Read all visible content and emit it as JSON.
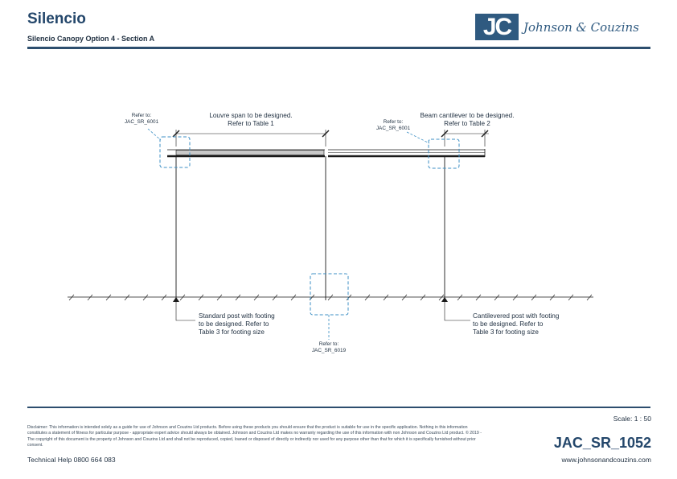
{
  "header": {
    "title": "Silencio",
    "subtitle": "Silencio Canopy Option 4 - Section A",
    "logo_mark": "JC",
    "logo_name": "Johnson & Couzins"
  },
  "drawing": {
    "refs": [
      {
        "label": "Refer to:",
        "code": "JAC_SR_6001"
      },
      {
        "label": "Refer to:",
        "code": "JAC_SR_6001"
      },
      {
        "label": "Refer to:",
        "code": "JAC_SR_6019"
      }
    ],
    "notes": {
      "louvre": [
        "Louvre span to be designed.",
        "Refer to Table 1"
      ],
      "beam": [
        "Beam cantilever to be designed.",
        "Refer to Table 2"
      ],
      "standard_post": [
        "Standard post with footing",
        "to be designed. Refer to",
        "Table 3 for footing size"
      ],
      "cantilever_post": [
        "Cantilevered post with footing",
        "to be designed. Refer to",
        "Table 3 for footing size"
      ]
    },
    "colors": {
      "line": "#1a1a1a",
      "detail": "#3c8fc4",
      "louvre_fill": "#c8c8c8"
    }
  },
  "footer": {
    "scale": "Scale:  1 : 50",
    "drawing_number": "JAC_SR_1052",
    "website": "www.johnsonandcouzins.com",
    "technical_help": "Technical Help 0800 664 083",
    "disclaimer": "Disclaimer: This information is intended solely as a guide for use of Johnson and Couzins Ltd products. Before using these products you should ensure that the product is suitable for use in the specific application. Nothing in this information constitutes a statement of fitness for particular purpose - appropriate expert advice should always be obtained. Johnson and Couzins Ltd makes no warranty regarding the use of this information with non Johnson and Couzins Ltd product. © 2019 - The copyright of this document is the property of Johnson and Couzins Ltd and shall not be reproduced, copied, loaned or disposed of directly or indirectly nor used for any purpose other than that for which it is specifically furnished without prior consent."
  }
}
